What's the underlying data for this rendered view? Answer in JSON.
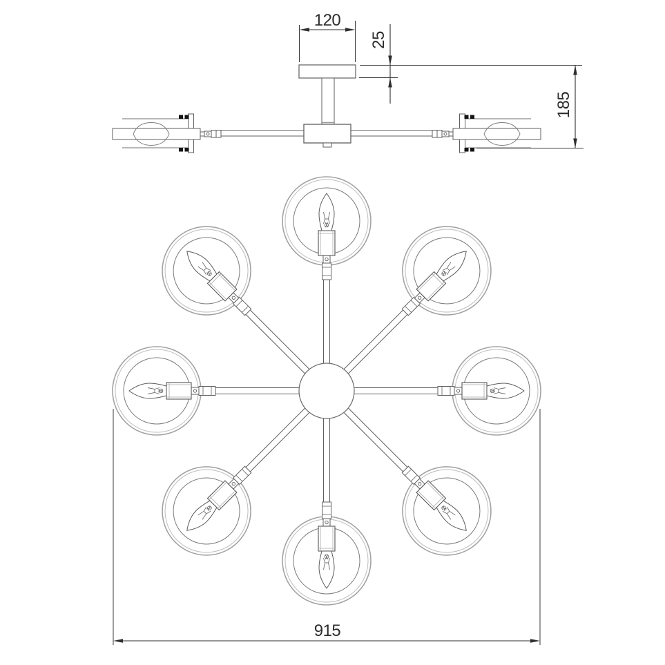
{
  "drawing": {
    "kind": "technical dimension drawing",
    "subject": "8-light chandelier, side elevation and top plan views",
    "background_color": "#ffffff",
    "line_color": "#5f5f5f",
    "rim_color": "#a3a3a3",
    "dimension_color": "#2e2e2e",
    "screw_color": "#141414"
  },
  "dimensions": {
    "canopy_width": "120",
    "canopy_height": "25",
    "fixture_height": "185",
    "fixture_diameter": "915"
  },
  "plan": {
    "lamp_count": 8,
    "lamp_angles": [
      0,
      45,
      90,
      135,
      180,
      225,
      270,
      315
    ]
  }
}
